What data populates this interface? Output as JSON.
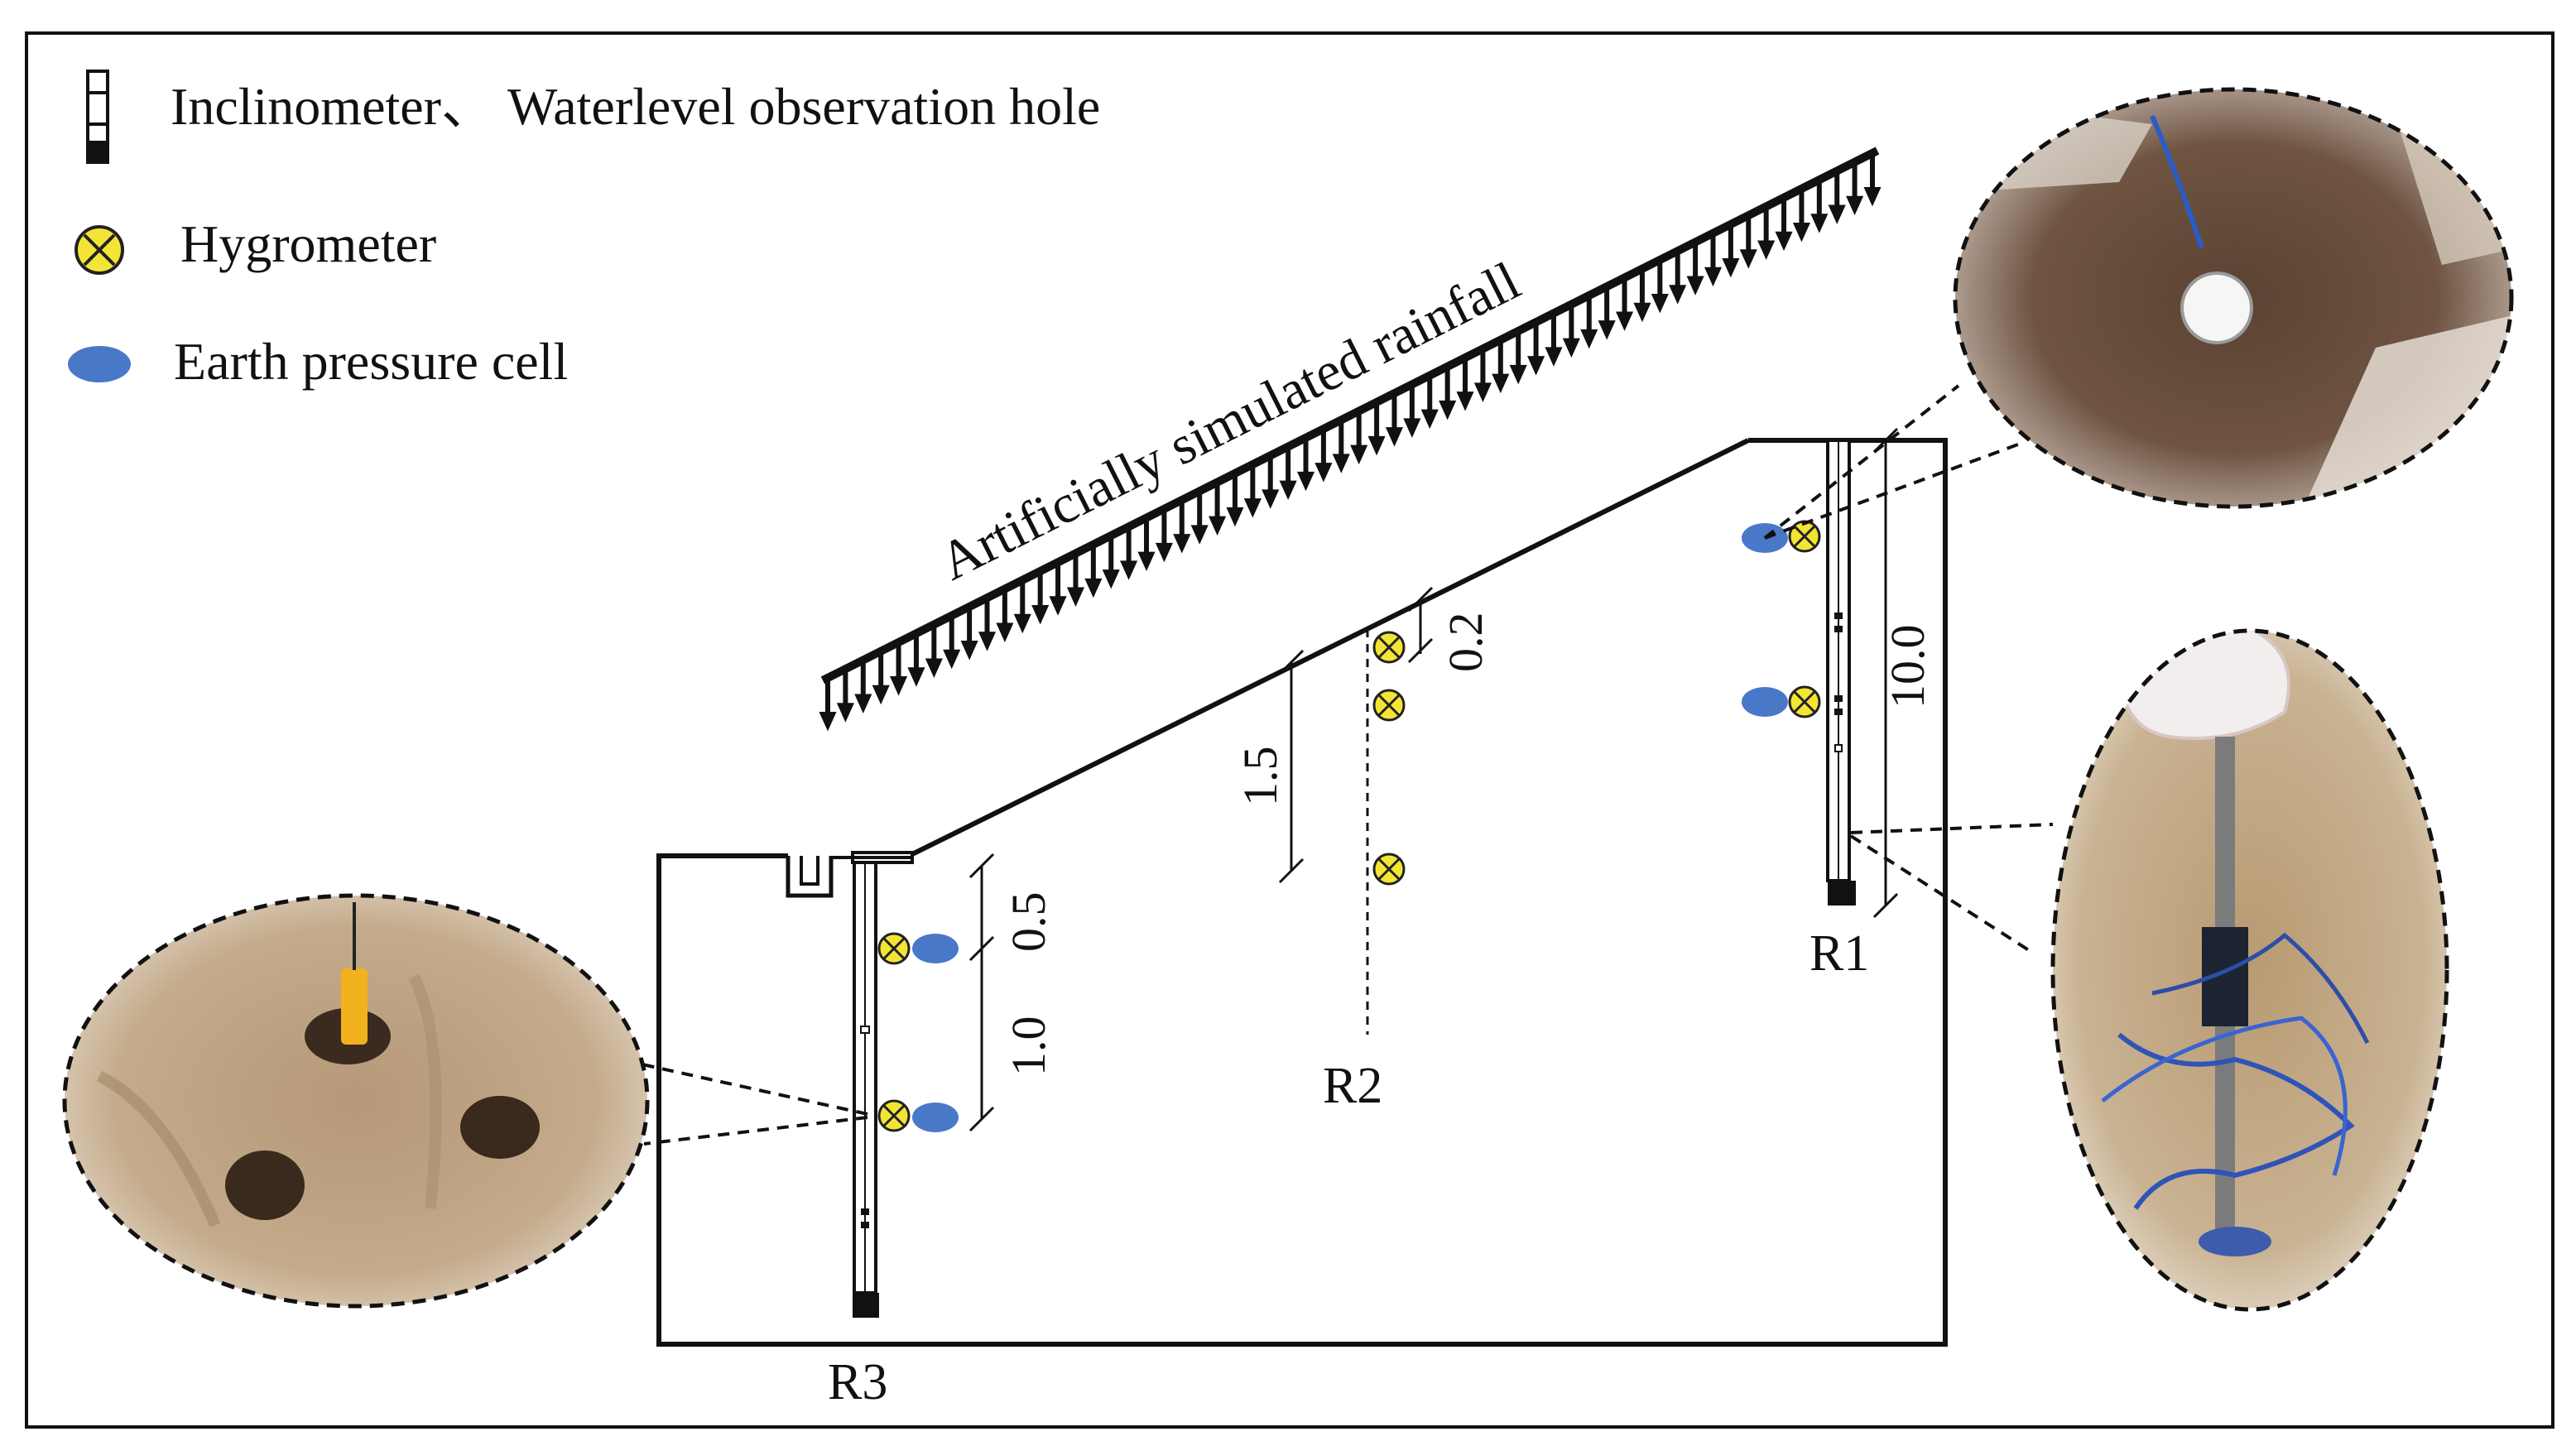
{
  "legend": {
    "inclinometer_label": "Inclinometer、 Waterlevel observation hole",
    "hygrometer_label": "Hygrometer",
    "pressure_cell_label": "Earth pressure cell"
  },
  "rainfall_label": "Artificially simulated rainfall",
  "boreholes": {
    "r1": "R1",
    "r2": "R2",
    "r3": "R3"
  },
  "dimensions": {
    "r1_depth": "10.0",
    "r2_top": "0.2",
    "r2_spacing": "1.5",
    "r3_top": "0.5",
    "r3_spacing": "1.0"
  },
  "colors": {
    "hygrometer_fill": "#f3e535",
    "pressure_cell_fill": "#4a78c8",
    "line": "#111111"
  },
  "photos": {
    "top_right": "soil-surface-with-pressure-cell-photo",
    "bottom_right": "inclinometer-pipe-with-cables-photo",
    "left": "boreholes-in-ground-photo"
  }
}
